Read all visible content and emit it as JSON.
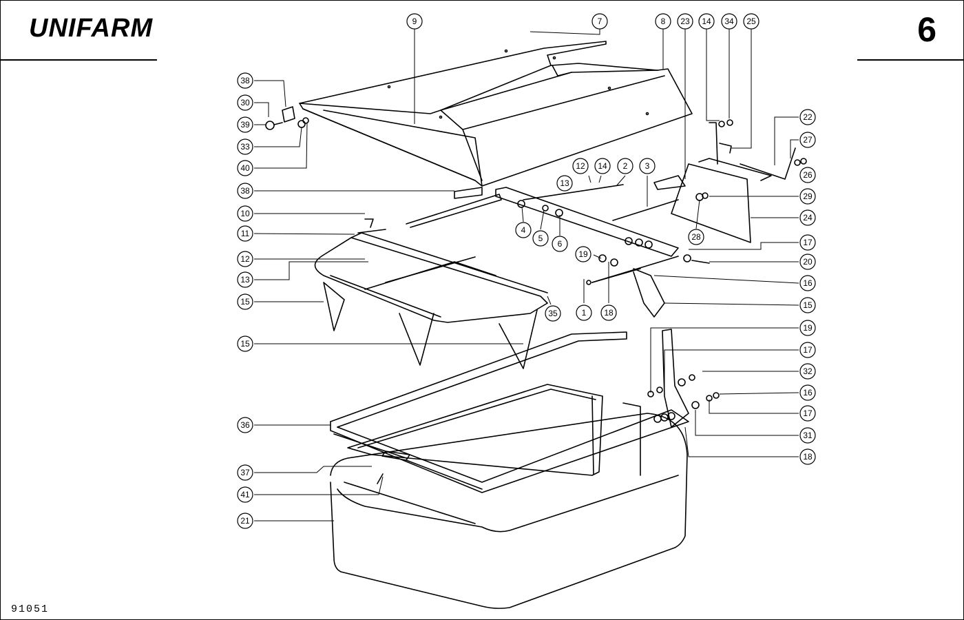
{
  "header": {
    "brand": "UNIFARM",
    "page_number": "6"
  },
  "footer": {
    "doc_code": "91051"
  },
  "callouts": [
    "9",
    "7",
    "8",
    "23",
    "14",
    "34",
    "25",
    "38",
    "30",
    "39",
    "33",
    "40",
    "22",
    "27",
    "26",
    "29",
    "24",
    "28",
    "12",
    "14",
    "13",
    "2",
    "3",
    "38",
    "10",
    "11",
    "4",
    "5",
    "6",
    "17",
    "20",
    "19",
    "12",
    "13",
    "16",
    "15",
    "15",
    "35",
    "1",
    "18",
    "19",
    "17",
    "32",
    "16",
    "17",
    "15",
    "36",
    "31",
    "18",
    "37",
    "41",
    "21"
  ]
}
